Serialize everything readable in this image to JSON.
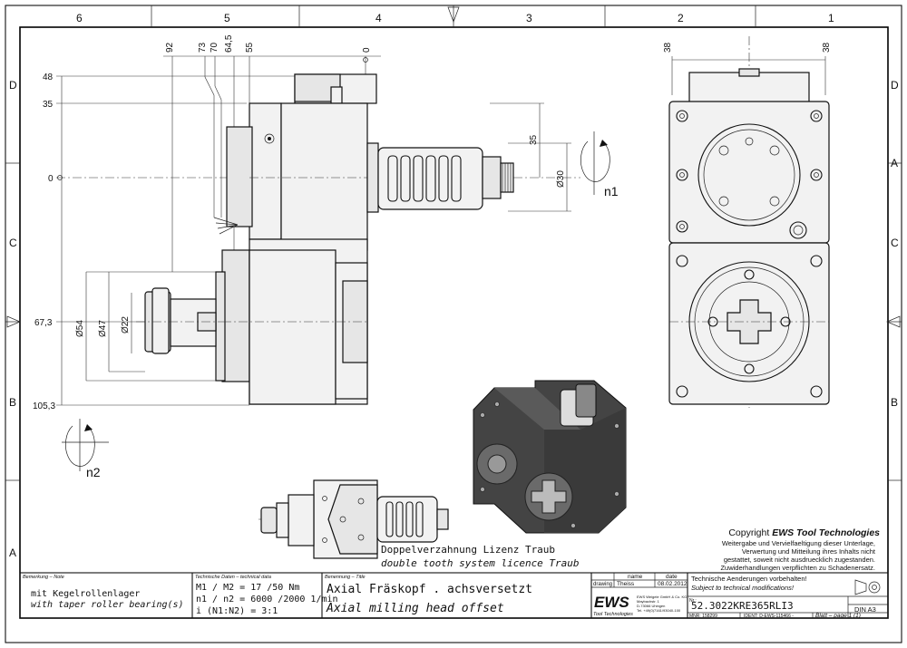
{
  "border": {
    "columns": [
      "6",
      "5",
      "4",
      "3",
      "2",
      "1"
    ],
    "rows": [
      "D",
      "C",
      "B",
      "A"
    ]
  },
  "dimensions": {
    "left_vertical": [
      "48",
      "35",
      "0",
      "67,3",
      "105,3"
    ],
    "top_horizontal": [
      "92",
      "73",
      "70",
      "64,5",
      "55",
      "0"
    ],
    "diameters": [
      "Ø54",
      "Ø47",
      "Ø22"
    ],
    "spindle_height": "35",
    "spindle_diameter": "Ø30",
    "end_view_top": [
      "38",
      "38"
    ]
  },
  "rotation_labels": {
    "n1": "n1",
    "n2": "n2"
  },
  "notes": {
    "line1": "Doppelverzahnung Lizenz Traub",
    "line2": "double tooth system licence Traub"
  },
  "copyright": {
    "prefix": "Copyright ",
    "brand": "EWS Tool Technologies",
    "lines": [
      "Weitergabe und Vervielfaeltigung dieser Unterlage,",
      "Verwertung und Mitteilung ihres Inhalts nicht",
      "gestattet, soweit nicht ausdruecklich zugestanden.",
      "Zuwiderhandlungen verpflichten zu Schadenersatz."
    ]
  },
  "title_block": {
    "remark_header": "Bemerkung – Note",
    "remark_de": "mit Kegelrollenlager",
    "remark_en": "with taper roller bearing(s)",
    "tech_header": "Technische Daten – technical data",
    "tech_line1": "M1 / M2 = 17  /50  Nm",
    "tech_line2": "n1 / n2 = 6000 /2000  1/min",
    "tech_line3": "i  (N1:N2)  = 3:1",
    "title_header": "Benennung – Title",
    "title_de": "Axial Fräskopf . achsversetzt",
    "title_en": "Axial milling head offset",
    "name_header": "name",
    "date_header": "date",
    "drawing_label": "drawing",
    "drawing_name": "Theiss",
    "drawing_date": "08.02.2012",
    "logo": "EWS",
    "logo_sub": "Tool Technologies",
    "company_lines": [
      "EWS Weigele GmbH & Co. KG",
      "Maybachstr. 1",
      "D-73066 Uhingen",
      "Tel. +49(0)7161/93040-100"
    ],
    "change_de": "Technische Aenderungen vorbehalten!",
    "change_en": "Subject to technical modifications!",
    "nr_label": "Nr.:",
    "part_number": "52.3022KRE365RLI3",
    "mnr": "MNR: 158299",
    "ident": "IDENT: D-EWS-115466 -",
    "sheet": "Blatt – page  1 (1)",
    "format": "DIN A3"
  }
}
